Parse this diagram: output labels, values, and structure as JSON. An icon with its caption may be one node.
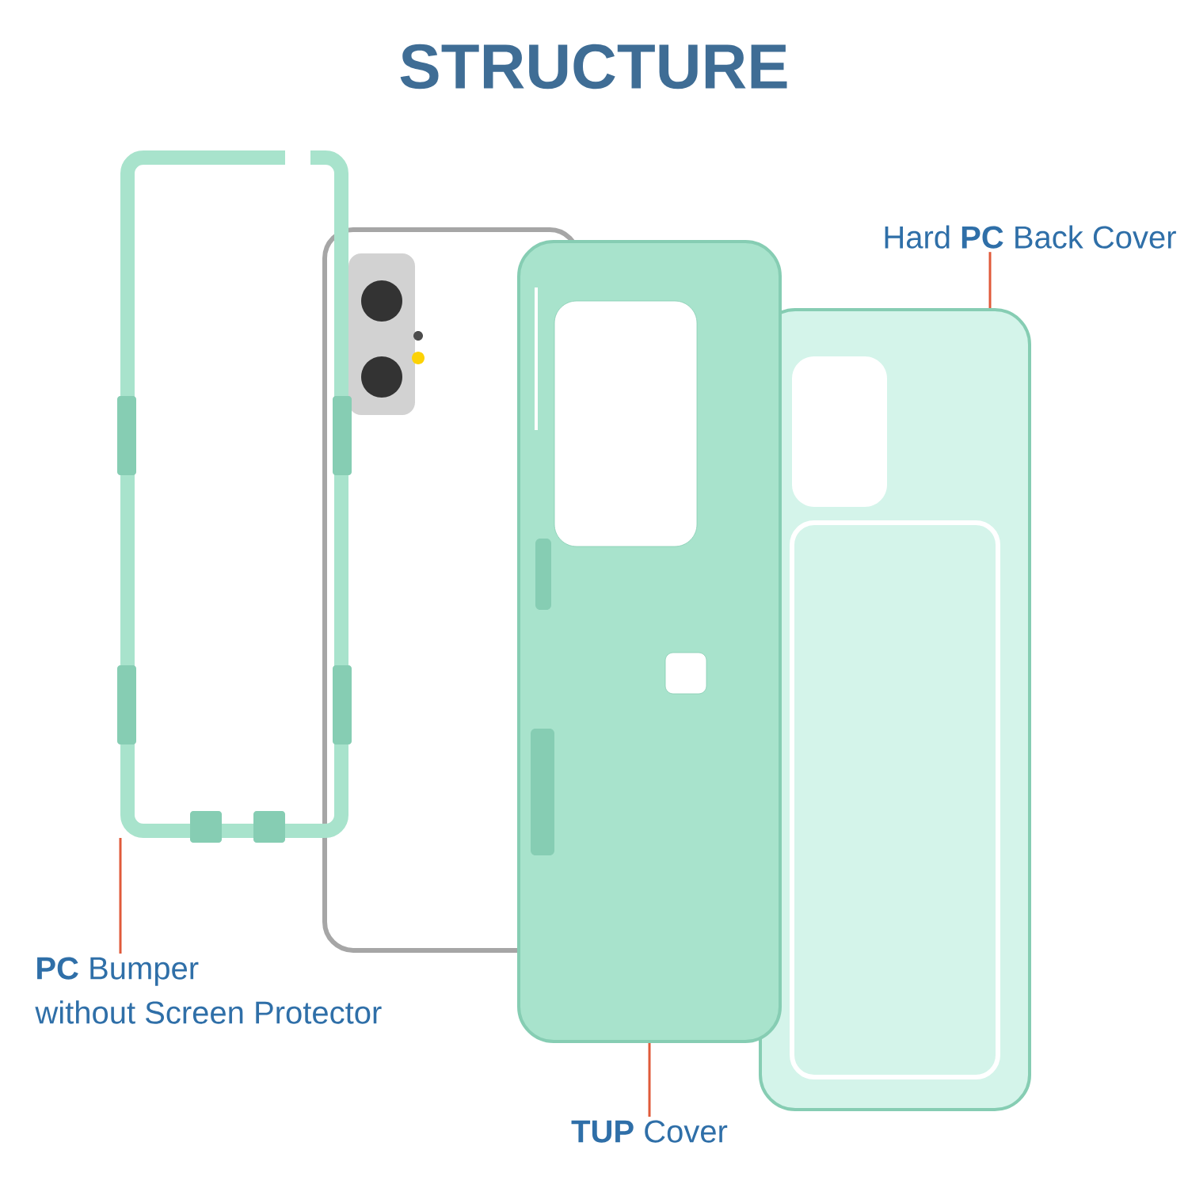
{
  "diagram": {
    "title": "STRUCTURE",
    "nodes": [
      {
        "text": [
          "Hard **PC** Back Cover"
        ]
      },
      {
        "text": [],
        "shape": "picture"
      },
      {
        "text": [
          "**PC** Bumper",
          "without Screen Protector"
        ]
      },
      {
        "text": [],
        "shape": "box"
      },
      {
        "text": [
          "**TUP** Cover"
        ]
      },
      {
        "text": [],
        "shape": "picture"
      }
    ],
    "edges": [
      {
        "from": 0,
        "to": 1,
        "arrow": "none"
      },
      {
        "from": 3,
        "to": 2,
        "arrow": "none"
      },
      {
        "from": 5,
        "to": 4,
        "arrow": "none"
      }
    ]
  }
}
